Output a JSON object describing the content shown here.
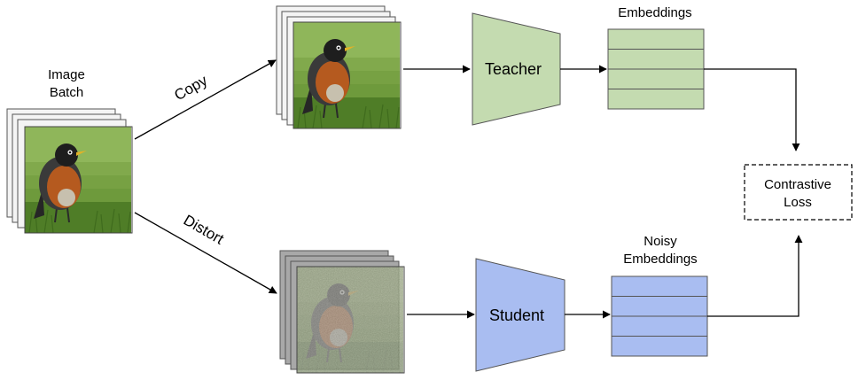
{
  "input": {
    "label_line1": "Image",
    "label_line2": "Batch"
  },
  "edges": {
    "copy": "Copy",
    "distort": "Distort"
  },
  "teacher": {
    "label": "Teacher",
    "color": "#c4dbb0"
  },
  "student": {
    "label": "Student",
    "color": "#a9bdf1"
  },
  "embeddings": {
    "title": "Embeddings",
    "rows": 4,
    "color": "#c4dbb0"
  },
  "noisy_embeddings": {
    "title_line1": "Noisy",
    "title_line2": "Embeddings",
    "rows": 4,
    "color": "#a9bdf1"
  },
  "loss": {
    "line1": "Contrastive",
    "line2": "Loss"
  },
  "icons": {
    "photo": "bird-photo-icon",
    "noisy_photo": "noisy-bird-photo-icon"
  }
}
